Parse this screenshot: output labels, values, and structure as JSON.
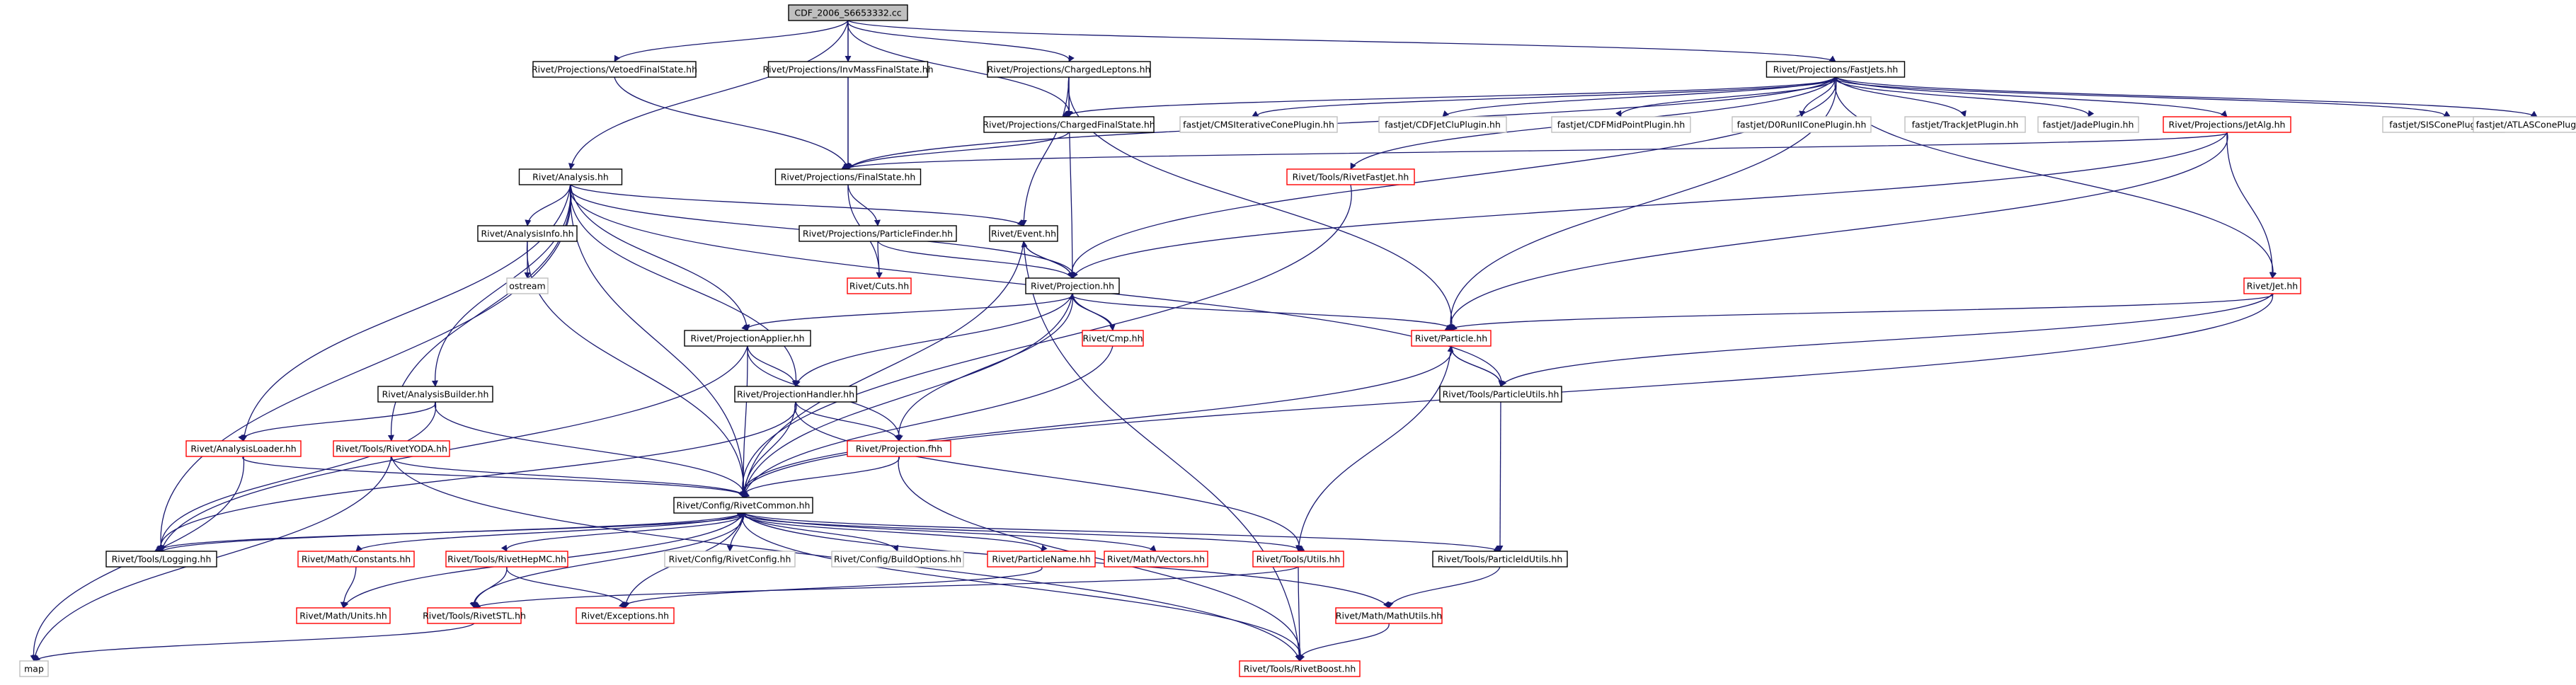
{
  "colors": {
    "edge": "#191970",
    "root_fill": "#bfbfbf",
    "documented_border": "#000000",
    "incomplete_border": "#ff0000",
    "external_border": "#bfbfbf"
  },
  "nodes": [
    {
      "id": "root",
      "label": "CDF_2006_S6653332.cc",
      "kind": "root"
    },
    {
      "id": "vetoed",
      "label": "Rivet/Projections/VetoedFinalState.hh",
      "kind": "black"
    },
    {
      "id": "invmass",
      "label": "Rivet/Projections/InvMassFinalState.hh",
      "kind": "black"
    },
    {
      "id": "chleptons",
      "label": "Rivet/Projections/ChargedLeptons.hh",
      "kind": "black"
    },
    {
      "id": "fastjets",
      "label": "Rivet/Projections/FastJets.hh",
      "kind": "black"
    },
    {
      "id": "chfs",
      "label": "Rivet/Projections/ChargedFinalState.hh",
      "kind": "black"
    },
    {
      "id": "fs",
      "label": "Rivet/Projections/FinalState.hh",
      "kind": "black"
    },
    {
      "id": "analysis",
      "label": "Rivet/Analysis.hh",
      "kind": "black"
    },
    {
      "id": "cms",
      "label": "fastjet/CMSIterativeConePlugin.hh",
      "kind": "grey"
    },
    {
      "id": "cdfclu",
      "label": "fastjet/CDFJetCluPlugin.hh",
      "kind": "grey"
    },
    {
      "id": "cdfmid",
      "label": "fastjet/CDFMidPointPlugin.hh",
      "kind": "grey"
    },
    {
      "id": "d0",
      "label": "fastjet/D0RunIIConePlugin.hh",
      "kind": "grey"
    },
    {
      "id": "track",
      "label": "fastjet/TrackJetPlugin.hh",
      "kind": "grey"
    },
    {
      "id": "jade",
      "label": "fastjet/JadePlugin.hh",
      "kind": "grey"
    },
    {
      "id": "jetalg",
      "label": "Rivet/Projections/JetAlg.hh",
      "kind": "red"
    },
    {
      "id": "siscone",
      "label": "fastjet/SISConePlugin.hh",
      "kind": "grey"
    },
    {
      "id": "atlas",
      "label": "fastjet/ATLASConePlugin.hh",
      "kind": "grey"
    },
    {
      "id": "rfastjet",
      "label": "Rivet/Tools/RivetFastJet.hh",
      "kind": "red"
    },
    {
      "id": "ainfo",
      "label": "Rivet/AnalysisInfo.hh",
      "kind": "black"
    },
    {
      "id": "pfinder",
      "label": "Rivet/Projections/ParticleFinder.hh",
      "kind": "black"
    },
    {
      "id": "event",
      "label": "Rivet/Event.hh",
      "kind": "black"
    },
    {
      "id": "ostream",
      "label": "ostream",
      "kind": "grey"
    },
    {
      "id": "cuts",
      "label": "Rivet/Cuts.hh",
      "kind": "red"
    },
    {
      "id": "proj",
      "label": "Rivet/Projection.hh",
      "kind": "black"
    },
    {
      "id": "jet",
      "label": "Rivet/Jet.hh",
      "kind": "red"
    },
    {
      "id": "papplier",
      "label": "Rivet/ProjectionApplier.hh",
      "kind": "black"
    },
    {
      "id": "cmp",
      "label": "Rivet/Cmp.hh",
      "kind": "red"
    },
    {
      "id": "particle",
      "label": "Rivet/Particle.hh",
      "kind": "red"
    },
    {
      "id": "abuilder",
      "label": "Rivet/AnalysisBuilder.hh",
      "kind": "black"
    },
    {
      "id": "phandler",
      "label": "Rivet/ProjectionHandler.hh",
      "kind": "black"
    },
    {
      "id": "putils",
      "label": "Rivet/Tools/ParticleUtils.hh",
      "kind": "black"
    },
    {
      "id": "aloader",
      "label": "Rivet/AnalysisLoader.hh",
      "kind": "red"
    },
    {
      "id": "ryoda",
      "label": "Rivet/Tools/RivetYODA.hh",
      "kind": "red"
    },
    {
      "id": "projfhh",
      "label": "Rivet/Projection.fhh",
      "kind": "red"
    },
    {
      "id": "common",
      "label": "Rivet/Config/RivetCommon.hh",
      "kind": "black"
    },
    {
      "id": "logging",
      "label": "Rivet/Tools/Logging.hh",
      "kind": "black"
    },
    {
      "id": "mconst",
      "label": "Rivet/Math/Constants.hh",
      "kind": "red"
    },
    {
      "id": "rhepmc",
      "label": "Rivet/Tools/RivetHepMC.hh",
      "kind": "red"
    },
    {
      "id": "rconfig",
      "label": "Rivet/Config/RivetConfig.hh",
      "kind": "grey"
    },
    {
      "id": "bopts",
      "label": "Rivet/Config/BuildOptions.hh",
      "kind": "grey"
    },
    {
      "id": "pname",
      "label": "Rivet/ParticleName.hh",
      "kind": "red"
    },
    {
      "id": "mvec",
      "label": "Rivet/Math/Vectors.hh",
      "kind": "red"
    },
    {
      "id": "tutils",
      "label": "Rivet/Tools/Utils.hh",
      "kind": "red"
    },
    {
      "id": "pidutils",
      "label": "Rivet/Tools/ParticleIdUtils.hh",
      "kind": "black"
    },
    {
      "id": "munits",
      "label": "Rivet/Math/Units.hh",
      "kind": "red"
    },
    {
      "id": "rstl",
      "label": "Rivet/Tools/RivetSTL.hh",
      "kind": "red"
    },
    {
      "id": "excep",
      "label": "Rivet/Exceptions.hh",
      "kind": "red"
    },
    {
      "id": "mutils",
      "label": "Rivet/Math/MathUtils.hh",
      "kind": "red"
    },
    {
      "id": "map",
      "label": "map",
      "kind": "grey"
    },
    {
      "id": "rboost",
      "label": "Rivet/Tools/RivetBoost.hh",
      "kind": "red"
    }
  ],
  "edges": [
    [
      "root",
      "vetoed"
    ],
    [
      "root",
      "invmass"
    ],
    [
      "root",
      "chleptons"
    ],
    [
      "root",
      "fastjets"
    ],
    [
      "root",
      "chfs"
    ],
    [
      "root",
      "fs"
    ],
    [
      "root",
      "analysis"
    ],
    [
      "vetoed",
      "fs"
    ],
    [
      "invmass",
      "fs"
    ],
    [
      "chleptons",
      "chfs"
    ],
    [
      "chleptons",
      "event"
    ],
    [
      "chleptons",
      "proj"
    ],
    [
      "chleptons",
      "particle"
    ],
    [
      "fastjets",
      "chfs"
    ],
    [
      "fastjets",
      "fs"
    ],
    [
      "fastjets",
      "cms"
    ],
    [
      "fastjets",
      "cdfclu"
    ],
    [
      "fastjets",
      "cdfmid"
    ],
    [
      "fastjets",
      "d0"
    ],
    [
      "fastjets",
      "track"
    ],
    [
      "fastjets",
      "jade"
    ],
    [
      "fastjets",
      "jetalg"
    ],
    [
      "fastjets",
      "siscone"
    ],
    [
      "fastjets",
      "atlas"
    ],
    [
      "fastjets",
      "rfastjet"
    ],
    [
      "fastjets",
      "proj"
    ],
    [
      "fastjets",
      "jet"
    ],
    [
      "fastjets",
      "particle"
    ],
    [
      "chfs",
      "fs"
    ],
    [
      "fs",
      "pfinder"
    ],
    [
      "fs",
      "cuts"
    ],
    [
      "jetalg",
      "fs"
    ],
    [
      "jetalg",
      "jet"
    ],
    [
      "jetalg",
      "particle"
    ],
    [
      "jetalg",
      "proj"
    ],
    [
      "rfastjet",
      "common"
    ],
    [
      "analysis",
      "ainfo"
    ],
    [
      "analysis",
      "event"
    ],
    [
      "analysis",
      "proj"
    ],
    [
      "analysis",
      "papplier"
    ],
    [
      "analysis",
      "phandler"
    ],
    [
      "analysis",
      "abuilder"
    ],
    [
      "analysis",
      "aloader"
    ],
    [
      "analysis",
      "ryoda"
    ],
    [
      "analysis",
      "common"
    ],
    [
      "analysis",
      "logging"
    ],
    [
      "analysis",
      "putils"
    ],
    [
      "ainfo",
      "ostream"
    ],
    [
      "ainfo",
      "common"
    ],
    [
      "pfinder",
      "proj"
    ],
    [
      "pfinder",
      "cuts"
    ],
    [
      "event",
      "proj"
    ],
    [
      "event",
      "common"
    ],
    [
      "event",
      "rboost"
    ],
    [
      "proj",
      "event"
    ],
    [
      "proj",
      "papplier"
    ],
    [
      "proj",
      "phandler"
    ],
    [
      "proj",
      "cmp"
    ],
    [
      "proj",
      "particle"
    ],
    [
      "proj",
      "projfhh"
    ],
    [
      "proj",
      "common"
    ],
    [
      "cmp",
      "proj"
    ],
    [
      "cmp",
      "common"
    ],
    [
      "jet",
      "particle"
    ],
    [
      "jet",
      "putils"
    ],
    [
      "jet",
      "common"
    ],
    [
      "particle",
      "putils"
    ],
    [
      "particle",
      "common"
    ],
    [
      "particle",
      "tutils"
    ],
    [
      "putils",
      "particle"
    ],
    [
      "putils",
      "pidutils"
    ],
    [
      "papplier",
      "phandler"
    ],
    [
      "papplier",
      "projfhh"
    ],
    [
      "papplier",
      "common"
    ],
    [
      "papplier",
      "logging"
    ],
    [
      "phandler",
      "projfhh"
    ],
    [
      "phandler",
      "common"
    ],
    [
      "phandler",
      "logging"
    ],
    [
      "phandler",
      "tutils"
    ],
    [
      "abuilder",
      "aloader"
    ],
    [
      "abuilder",
      "common"
    ],
    [
      "abuilder",
      "logging"
    ],
    [
      "aloader",
      "common"
    ],
    [
      "aloader",
      "map"
    ],
    [
      "ryoda",
      "common"
    ],
    [
      "ryoda",
      "rboost"
    ],
    [
      "ryoda",
      "map"
    ],
    [
      "projfhh",
      "common"
    ],
    [
      "projfhh",
      "rboost"
    ],
    [
      "common",
      "logging"
    ],
    [
      "common",
      "mconst"
    ],
    [
      "common",
      "rhepmc"
    ],
    [
      "common",
      "rconfig"
    ],
    [
      "common",
      "bopts"
    ],
    [
      "common",
      "pname"
    ],
    [
      "common",
      "mvec"
    ],
    [
      "common",
      "tutils"
    ],
    [
      "common",
      "pidutils"
    ],
    [
      "common",
      "munits"
    ],
    [
      "common",
      "rstl"
    ],
    [
      "common",
      "excep"
    ],
    [
      "common",
      "mutils"
    ],
    [
      "common",
      "rboost"
    ],
    [
      "logging",
      "common"
    ],
    [
      "mconst",
      "munits"
    ],
    [
      "rhepmc",
      "rstl"
    ],
    [
      "rhepmc",
      "excep"
    ],
    [
      "pname",
      "excep"
    ],
    [
      "tutils",
      "rstl"
    ],
    [
      "tutils",
      "rboost"
    ],
    [
      "pidutils",
      "mutils"
    ],
    [
      "mutils",
      "rboost"
    ],
    [
      "rstl",
      "map"
    ]
  ]
}
